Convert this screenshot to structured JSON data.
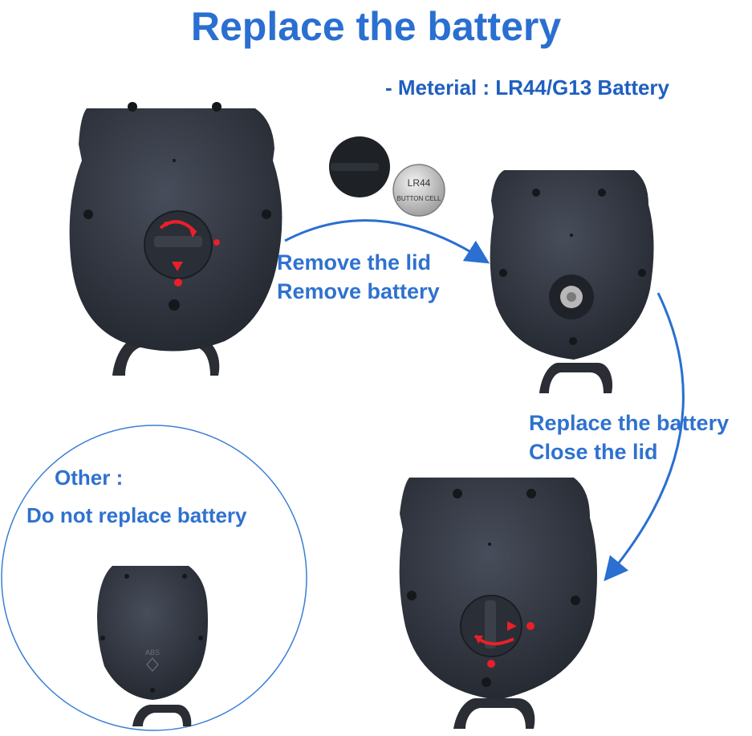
{
  "title": "Replace the battery",
  "material_note": "- Meterial : LR44/G13 Battery",
  "steps": {
    "step1_line1": "Remove the lid",
    "step1_line2": "Remove battery",
    "step2_line1": "Replace the battery",
    "step2_line2": "Close the lid"
  },
  "other": {
    "title": "Other :",
    "note": "Do not replace battery"
  },
  "battery_label": {
    "line1": "LR44",
    "line2": "BUTTON CELL"
  },
  "abs_mark": "ABS",
  "colors": {
    "accent": "#2a6fd1",
    "device_body": "#2f3440",
    "marker_red": "#e8202a",
    "circle_outline": "#3b7fd6"
  }
}
